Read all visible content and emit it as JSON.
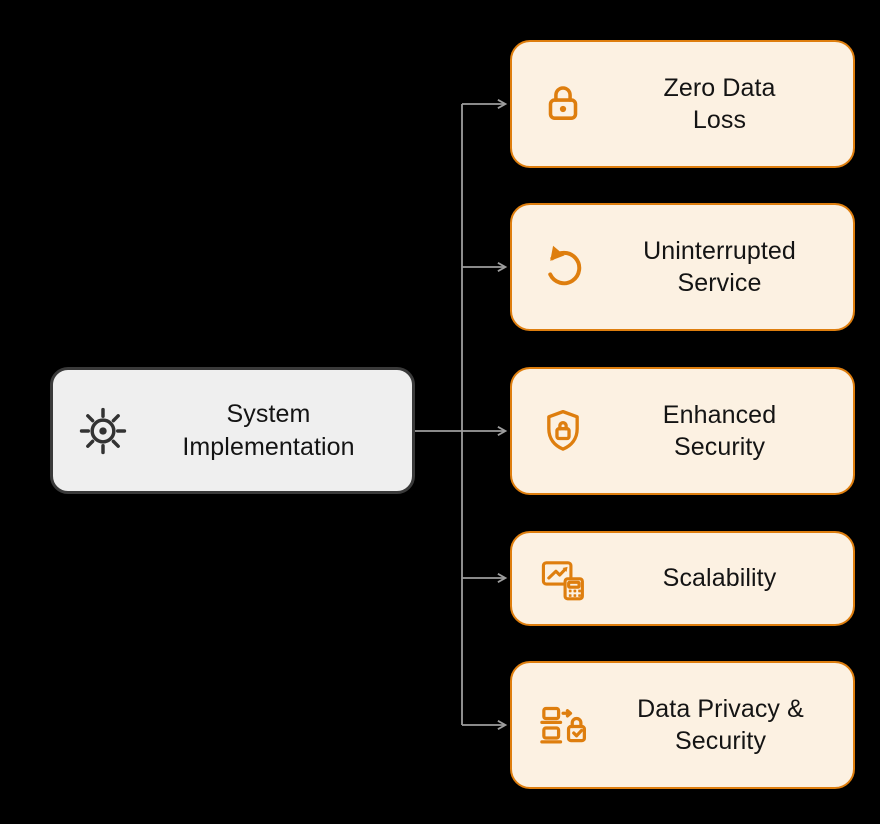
{
  "diagram": {
    "root": {
      "label": "System\nImplementation",
      "icon": "gear-icon"
    },
    "nodes": [
      {
        "label": "Zero Data\nLoss",
        "icon": "lock-icon"
      },
      {
        "label": "Uninterrupted\nService",
        "icon": "refresh-icon"
      },
      {
        "label": "Enhanced\nSecurity",
        "icon": "shield-lock-icon"
      },
      {
        "label": "Scalability",
        "icon": "chart-calculator-icon"
      },
      {
        "label": "Data Privacy &\nSecurity",
        "icon": "devices-lock-icon"
      }
    ]
  },
  "colors": {
    "bg": "#000000",
    "accent": "#DE7E0E",
    "node-fill": "#FCF1E2",
    "root-fill": "#EFEFEF",
    "root-border": "#3A3A3A",
    "icon-dark": "#333333",
    "connector": "#9E9E9E",
    "text": "#141414"
  }
}
